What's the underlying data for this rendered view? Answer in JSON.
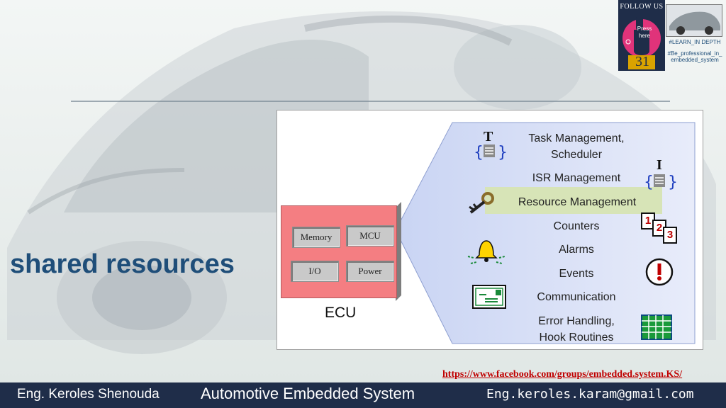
{
  "slide_title": "shared resources",
  "ecu": {
    "label": "ECU",
    "chips": [
      "Memory",
      "MCU",
      "I/O",
      "Power"
    ]
  },
  "os_features": [
    "Task Management,",
    "Scheduler",
    "ISR Management",
    "Resource Management",
    "Counters",
    "Alarms",
    "Events",
    "Communication",
    "Error Handling,",
    "Hook Routines"
  ],
  "icons": {
    "task_letter": "T",
    "isr_letter": "I",
    "counter_digits": [
      "1",
      "2",
      "3"
    ]
  },
  "follow_us": {
    "label": "FOLLOW US",
    "press_text": "Press here",
    "number": "31",
    "tag1": "#LEARN_IN DEPTH",
    "tag2a": "#Be_professional_in_",
    "tag2b": "embedded_system"
  },
  "facebook_link": "https://www.facebook.com/groups/embedded.system.KS/",
  "footer": {
    "author": "Eng. Keroles Shenouda",
    "course": "Automotive Embedded System",
    "email": "Eng.keroles.karam@gmail.com"
  },
  "colors": {
    "footer_bg": "#1f2d49",
    "title": "#1f4e79",
    "ecu_box": "#f47e82",
    "highlight": "#d7e4b7",
    "link": "#c00000"
  }
}
